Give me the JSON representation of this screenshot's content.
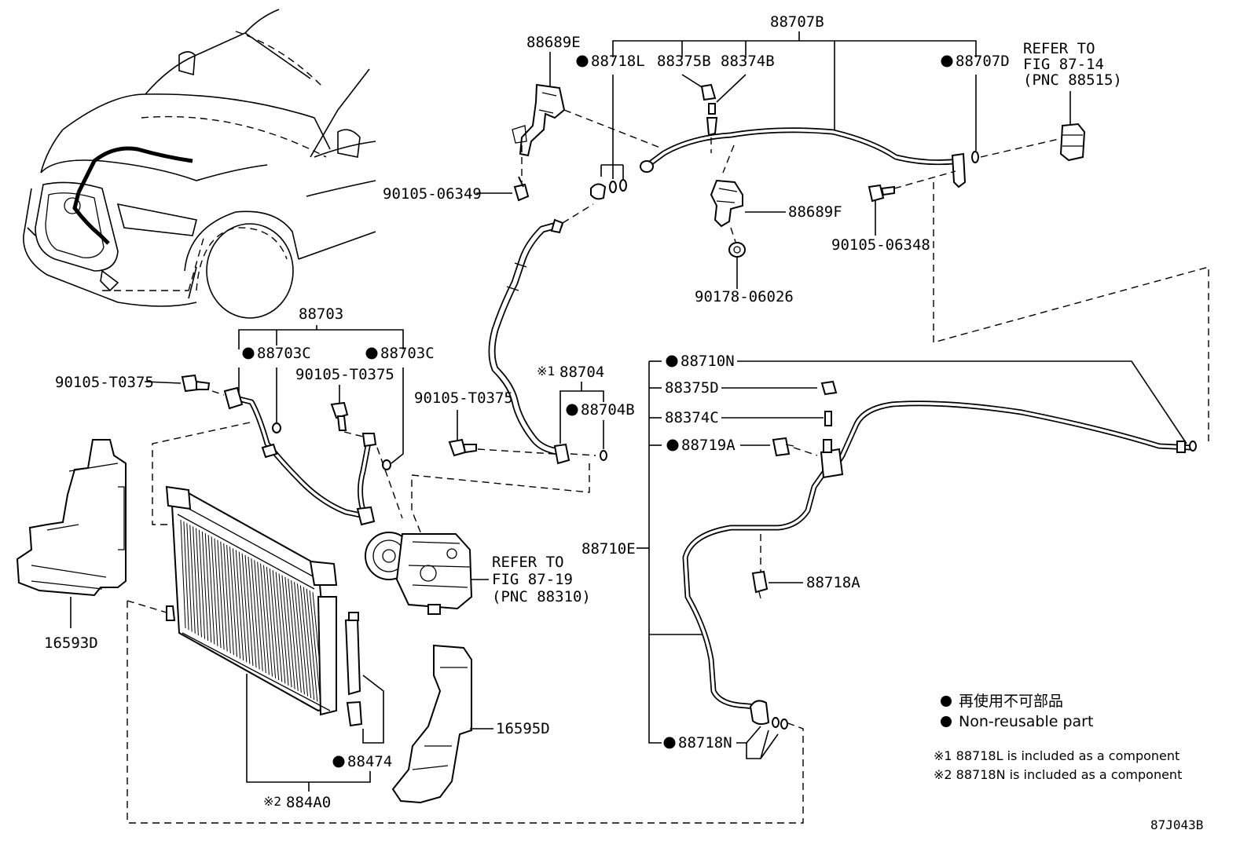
{
  "labels": {
    "p88707B": "88707B",
    "p88689E": "88689E",
    "p88718L": "88718L",
    "p88375B": "88375B",
    "p88374B": "88374B",
    "p88707D": "88707D",
    "ref_87_14": [
      "REFER TO",
      "FIG 87-14",
      "(PNC 88515)"
    ],
    "p90105_06349": "90105-06349",
    "p88689F": "88689F",
    "p90105_06348": "90105-06348",
    "p90178_06026": "90178-06026",
    "p88703": "88703",
    "p88703C_left": "88703C",
    "p88703C_right": "88703C",
    "p90105_T0375_a": "90105-T0375",
    "p90105_T0375_b": "90105-T0375",
    "p90105_T0375_c": "90105-T0375",
    "p88704": "88704",
    "p88704_mark": "※1",
    "p88704B": "88704B",
    "p88710N": "88710N",
    "p88375D": "88375D",
    "p88374C": "88374C",
    "p88719A": "88719A",
    "p88710E": "88710E",
    "p88718A": "88718A",
    "p88718N": "88718N",
    "ref_87_19": [
      "REFER TO",
      "FIG 87-19",
      "(PNC 88310)"
    ],
    "p16593D": "16593D",
    "p16595D": "16595D",
    "p88474": "88474",
    "p884A0": "884A0",
    "p884A0_mark": "※2",
    "diagram_code": "87J043B"
  },
  "legend": {
    "line_jp": "再使用不可部品",
    "line_en": "Non-reusable part",
    "note1": "※1 88718L is included as a component",
    "note2": "※2 88718N is included as a component"
  },
  "icons": {
    "bullet": "non-reusable-dot-icon",
    "vehicle": "vehicle-front-illustration",
    "compressor": "compressor-illustration",
    "condenser": "condenser-illustration"
  },
  "colors": {
    "ink": "#000000",
    "paper": "#ffffff"
  }
}
